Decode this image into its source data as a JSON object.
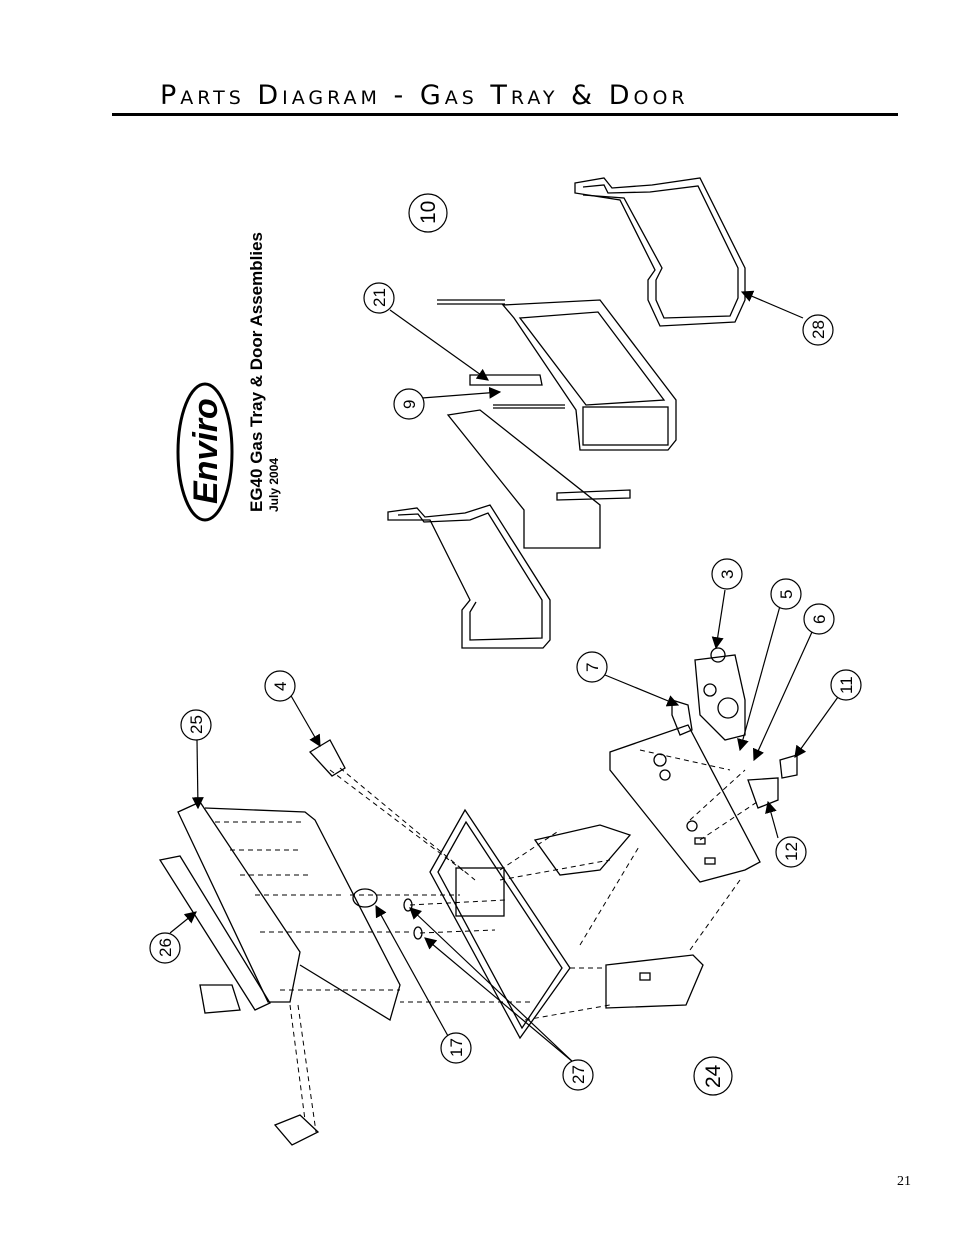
{
  "header": {
    "title": "Parts Diagram - Gas Tray & Door"
  },
  "drawing_block": {
    "logo": "Enviro",
    "drawing_title": "EG40 Gas Tray & Door Assemblies",
    "drawing_date": "July 2004"
  },
  "callouts": [
    "10",
    "21",
    "28",
    "9",
    "3",
    "7",
    "5",
    "6",
    "4",
    "25",
    "11",
    "12",
    "26",
    "17",
    "27",
    "24"
  ],
  "footer": {
    "page_number": "21"
  }
}
